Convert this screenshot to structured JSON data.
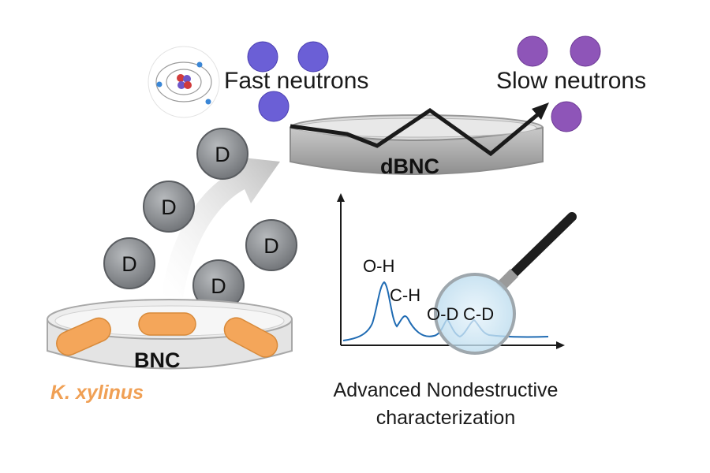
{
  "labels": {
    "fast_neutrons": "Fast neutrons",
    "slow_neutrons": "Slow neutrons",
    "dbnc": "dBNC",
    "bnc": "BNC",
    "organism": "K. xylinus",
    "caption_line1": "Advanced Nondestructive",
    "caption_line2": "characterization"
  },
  "deuterium_label": "D",
  "spectrum_peaks": {
    "oh": "O-H",
    "ch": "C-H",
    "od": "O-D",
    "cd": "C-D"
  },
  "colors": {
    "fast_neutron": "#6b5fd6",
    "slow_neutron": "#8e55b8",
    "deuterium": "#8a8d92",
    "bacteria": "#f4a65a",
    "organism_label": "#f0a055",
    "spectrum_line": "#1f6bb3",
    "arrow": "#c9c9c9"
  },
  "icons": {
    "atom": "atom-icon",
    "magnifier": "magnifying-glass-icon"
  }
}
